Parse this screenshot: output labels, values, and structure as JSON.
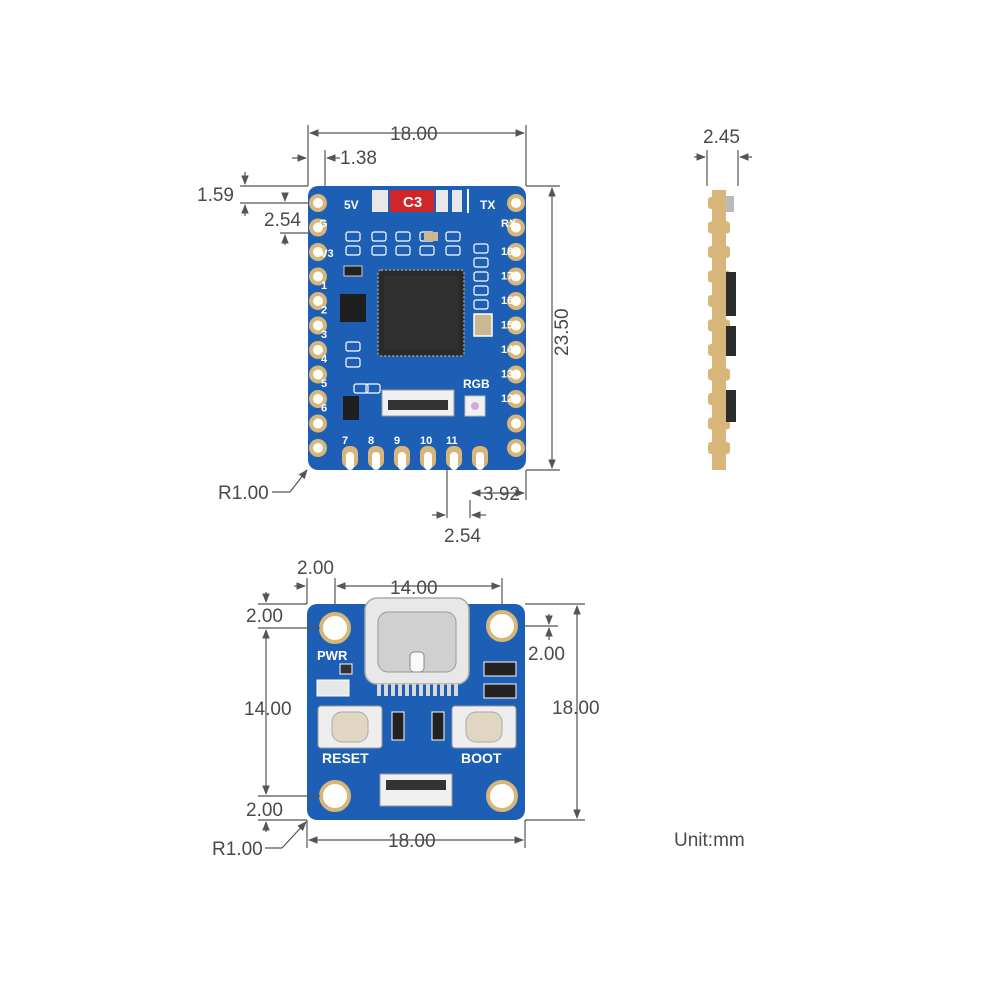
{
  "top_view": {
    "dim_width": "18.00",
    "dim_edge": "1.38",
    "dim_hole_offset": "1.59",
    "dim_pitch_left": "2.54",
    "dim_height": "23.50",
    "dim_corner": "R1.00",
    "dim_bottom_offset": "3.92",
    "dim_pitch_bottom": "2.54",
    "chip_label": "C3",
    "header_labels": {
      "v5": "5V",
      "tx": "TX",
      "g": "G",
      "rx": "RX",
      "v33": "3V3",
      "rgb": "RGB"
    },
    "left_pins": [
      "1",
      "2",
      "3",
      "4",
      "5",
      "6"
    ],
    "right_pins": [
      "18",
      "17",
      "16",
      "15",
      "14",
      "13",
      "12"
    ],
    "bottom_pins": [
      "7",
      "8",
      "9",
      "10",
      "11"
    ]
  },
  "side_view": {
    "dim_thickness": "2.45"
  },
  "bottom_view": {
    "dim_hole_x": "2.00",
    "dim_usb_width": "14.00",
    "dim_hole_top": "2.00",
    "dim_hole_span": "14.00",
    "dim_hole_bottom": "2.00",
    "dim_corner": "R1.00",
    "dim_width": "18.00",
    "dim_right_hole": "2.00",
    "dim_height": "18.00",
    "labels": {
      "pwr": "PWR",
      "reset": "RESET",
      "boot": "BOOT"
    }
  },
  "unit_label": "Unit:mm",
  "colors": {
    "pcb": "#1d5fb4",
    "pcb_dark": "#174f98",
    "gold": "#d8b679",
    "chip": "#2a2a2a",
    "red": "#d0262a"
  }
}
